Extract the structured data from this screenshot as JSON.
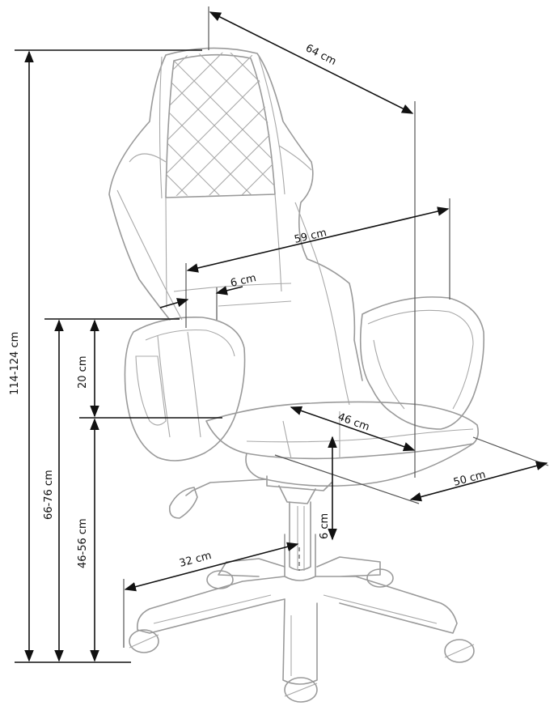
{
  "dimensions": {
    "depth_top": "64 cm",
    "width_back": "59 cm",
    "armrest_gap": "6 cm",
    "armrest_height": "20 cm",
    "seat_depth": "46 cm",
    "seat_width": "50 cm",
    "gas_lift": "6 cm",
    "base_radius": "32 cm",
    "total_height": "114-124 cm",
    "armrest_floor": "66-76 cm",
    "seat_height": "46-56 cm"
  },
  "colors": {
    "outline": "#9a9a9a",
    "dimension": "#111111"
  }
}
